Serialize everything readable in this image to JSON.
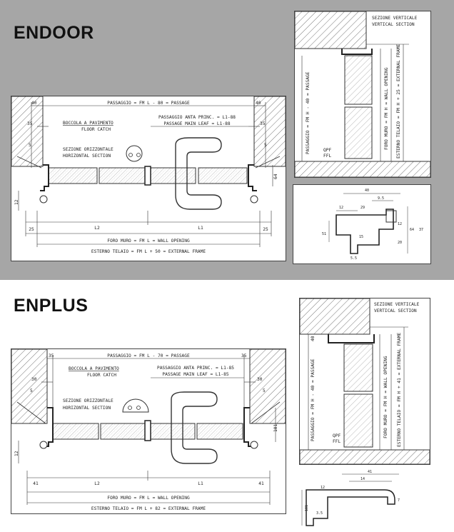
{
  "sections": [
    {
      "id": "endoor",
      "title": "ENDOOR",
      "horizontal": {
        "passage": "PASSAGGIO = FM L - 80 = PASSAGE",
        "passage_main_1": "PASSAGGIO ANTA PRINC. = L1-88",
        "passage_main_2": "PASSAGE MAIN LEAF = L1-88",
        "floor_catch_1": "BOCCOLA A PAVIMENTO",
        "floor_catch_2": "FLOOR CATCH",
        "section_1": "SEZIONE ORIZZONTALE",
        "section_2": "HORIZONTAL SECTION",
        "wall_opening": "FORO MURO = FM L = WALL OPENING",
        "external_frame": "ESTERNO TELAIO = FM L + 50 = EXTERNAL FRAME",
        "dim_top_left": "40",
        "dim_top_right": "40",
        "dim_inner_left": "35",
        "dim_inner_right": "35",
        "dim_side_left": "25",
        "dim_side_right": "25",
        "dim_small_left": "5",
        "dim_small_right": "5",
        "dim_height": "12",
        "dim_frame": "64",
        "leaf_left": "L2",
        "leaf_right": "L1"
      },
      "vertical": {
        "title_1": "SEZIONE VERTICALE",
        "title_2": "VERTICAL SECTION",
        "passage": "PASSAGGIO = FM H - 40 = PASSAGE",
        "wall_opening": "FORO MURO = FM H = WALL OPENING",
        "external_frame": "ESTERNO TELAIO = FM H + 25 = EXTERNAL FRAME",
        "qpf": "QPF",
        "ffl": "FFL"
      },
      "detail": {
        "d1": "40",
        "d2": "9.5",
        "d3": "12",
        "d4": "29",
        "d5": "15",
        "d6": "5.5",
        "d7": "51",
        "d8": "64",
        "d9": "12",
        "d10": "20",
        "d11": "37"
      }
    },
    {
      "id": "enplus",
      "title": "ENPLUS",
      "horizontal": {
        "passage": "PASSAGGIO = FM L - 70 = PASSAGE",
        "passage_main_1": "PASSAGGIO ANTA PRINC. = L1-85",
        "passage_main_2": "PASSAGE MAIN LEAF = L1-85",
        "floor_catch_1": "BOCCOLA A PAVIMENTO",
        "floor_catch_2": "FLOOR CATCH",
        "section_1": "SEZIONE ORIZZONTALE",
        "section_2": "HORIZONTAL SECTION",
        "wall_opening": "FORO MURO = FM L = WALL OPENING",
        "external_frame": "ESTERNO TELAIO = FM L + 82 = EXTERNAL FRAME",
        "dim_top_left": "35",
        "dim_top_right": "35",
        "dim_inner_left": "30",
        "dim_inner_right": "30",
        "dim_side_left": "41",
        "dim_side_right": "41",
        "dim_small_left": "5",
        "dim_small_right": "5",
        "dim_height": "12",
        "dim_frame": "101",
        "leaf_left": "L2",
        "leaf_right": "L1"
      },
      "vertical": {
        "title_1": "SEZIONE VERTICALE",
        "title_2": "VERTICAL SECTION",
        "passage": "PASSAGGIO = FM H - 40 = PASSAGE",
        "wall_opening": "FORO MURO = FM H = WALL OPENING",
        "external_frame": "ESTERNO TELAIO = FM H + 41 = EXTERNAL FRAME",
        "qpf": "QPF",
        "ffl": "FFL",
        "dim_top": "40"
      },
      "detail": {
        "d1": "41",
        "d2": "14",
        "d3": "12",
        "d4": "101",
        "d5": "3.5",
        "d6": "7"
      }
    }
  ]
}
